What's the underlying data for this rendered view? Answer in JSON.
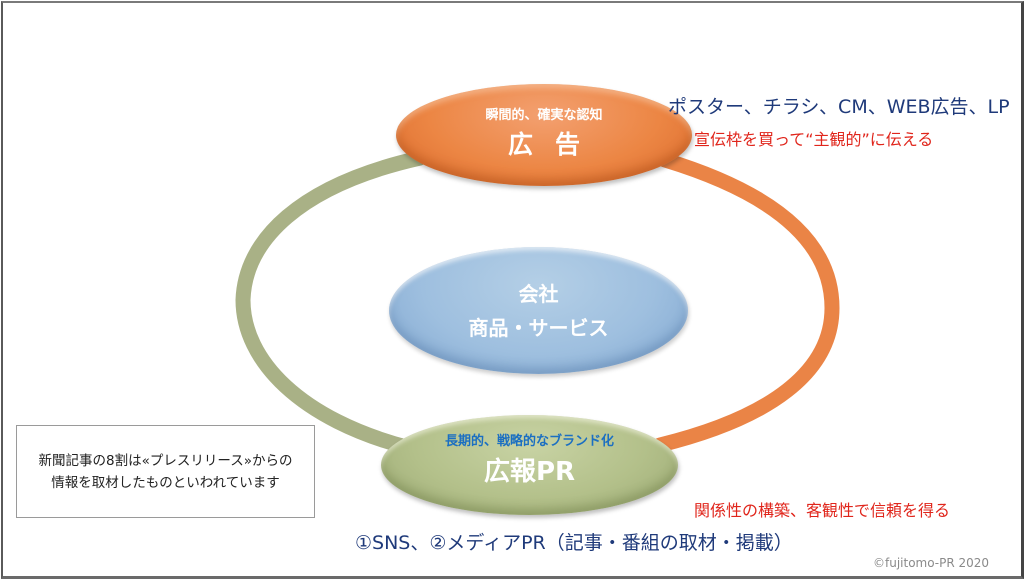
{
  "diagram": {
    "advertising": {
      "subtitle": "瞬間的、確実な認知",
      "title": "広告",
      "examples": "ポスター、チラシ、CM、WEB広告、LP",
      "description": "宣伝枠を買って“主観的”に伝える"
    },
    "center": {
      "line1": "会社",
      "line2": "商品・サービス"
    },
    "pr": {
      "subtitle": "長期的、戦略的なブランド化",
      "title": "広報PR",
      "description": "関係性の構築、客観性で信頼を得る",
      "channels": "①SNS、②メディアPR（記事・番組の取材・掲載）"
    },
    "note": {
      "line1": "新聞記事の8割は«プレスリリース»からの",
      "line2": "情報を取材したものといわれています"
    },
    "copyright": "©fujitomo-PR  2020",
    "colors": {
      "advertising": "#ec8644",
      "pr": "#b3c08a",
      "center": "#9ebfdf",
      "accent_blue": "#1f3a7a",
      "accent_red": "#e0251b"
    }
  }
}
